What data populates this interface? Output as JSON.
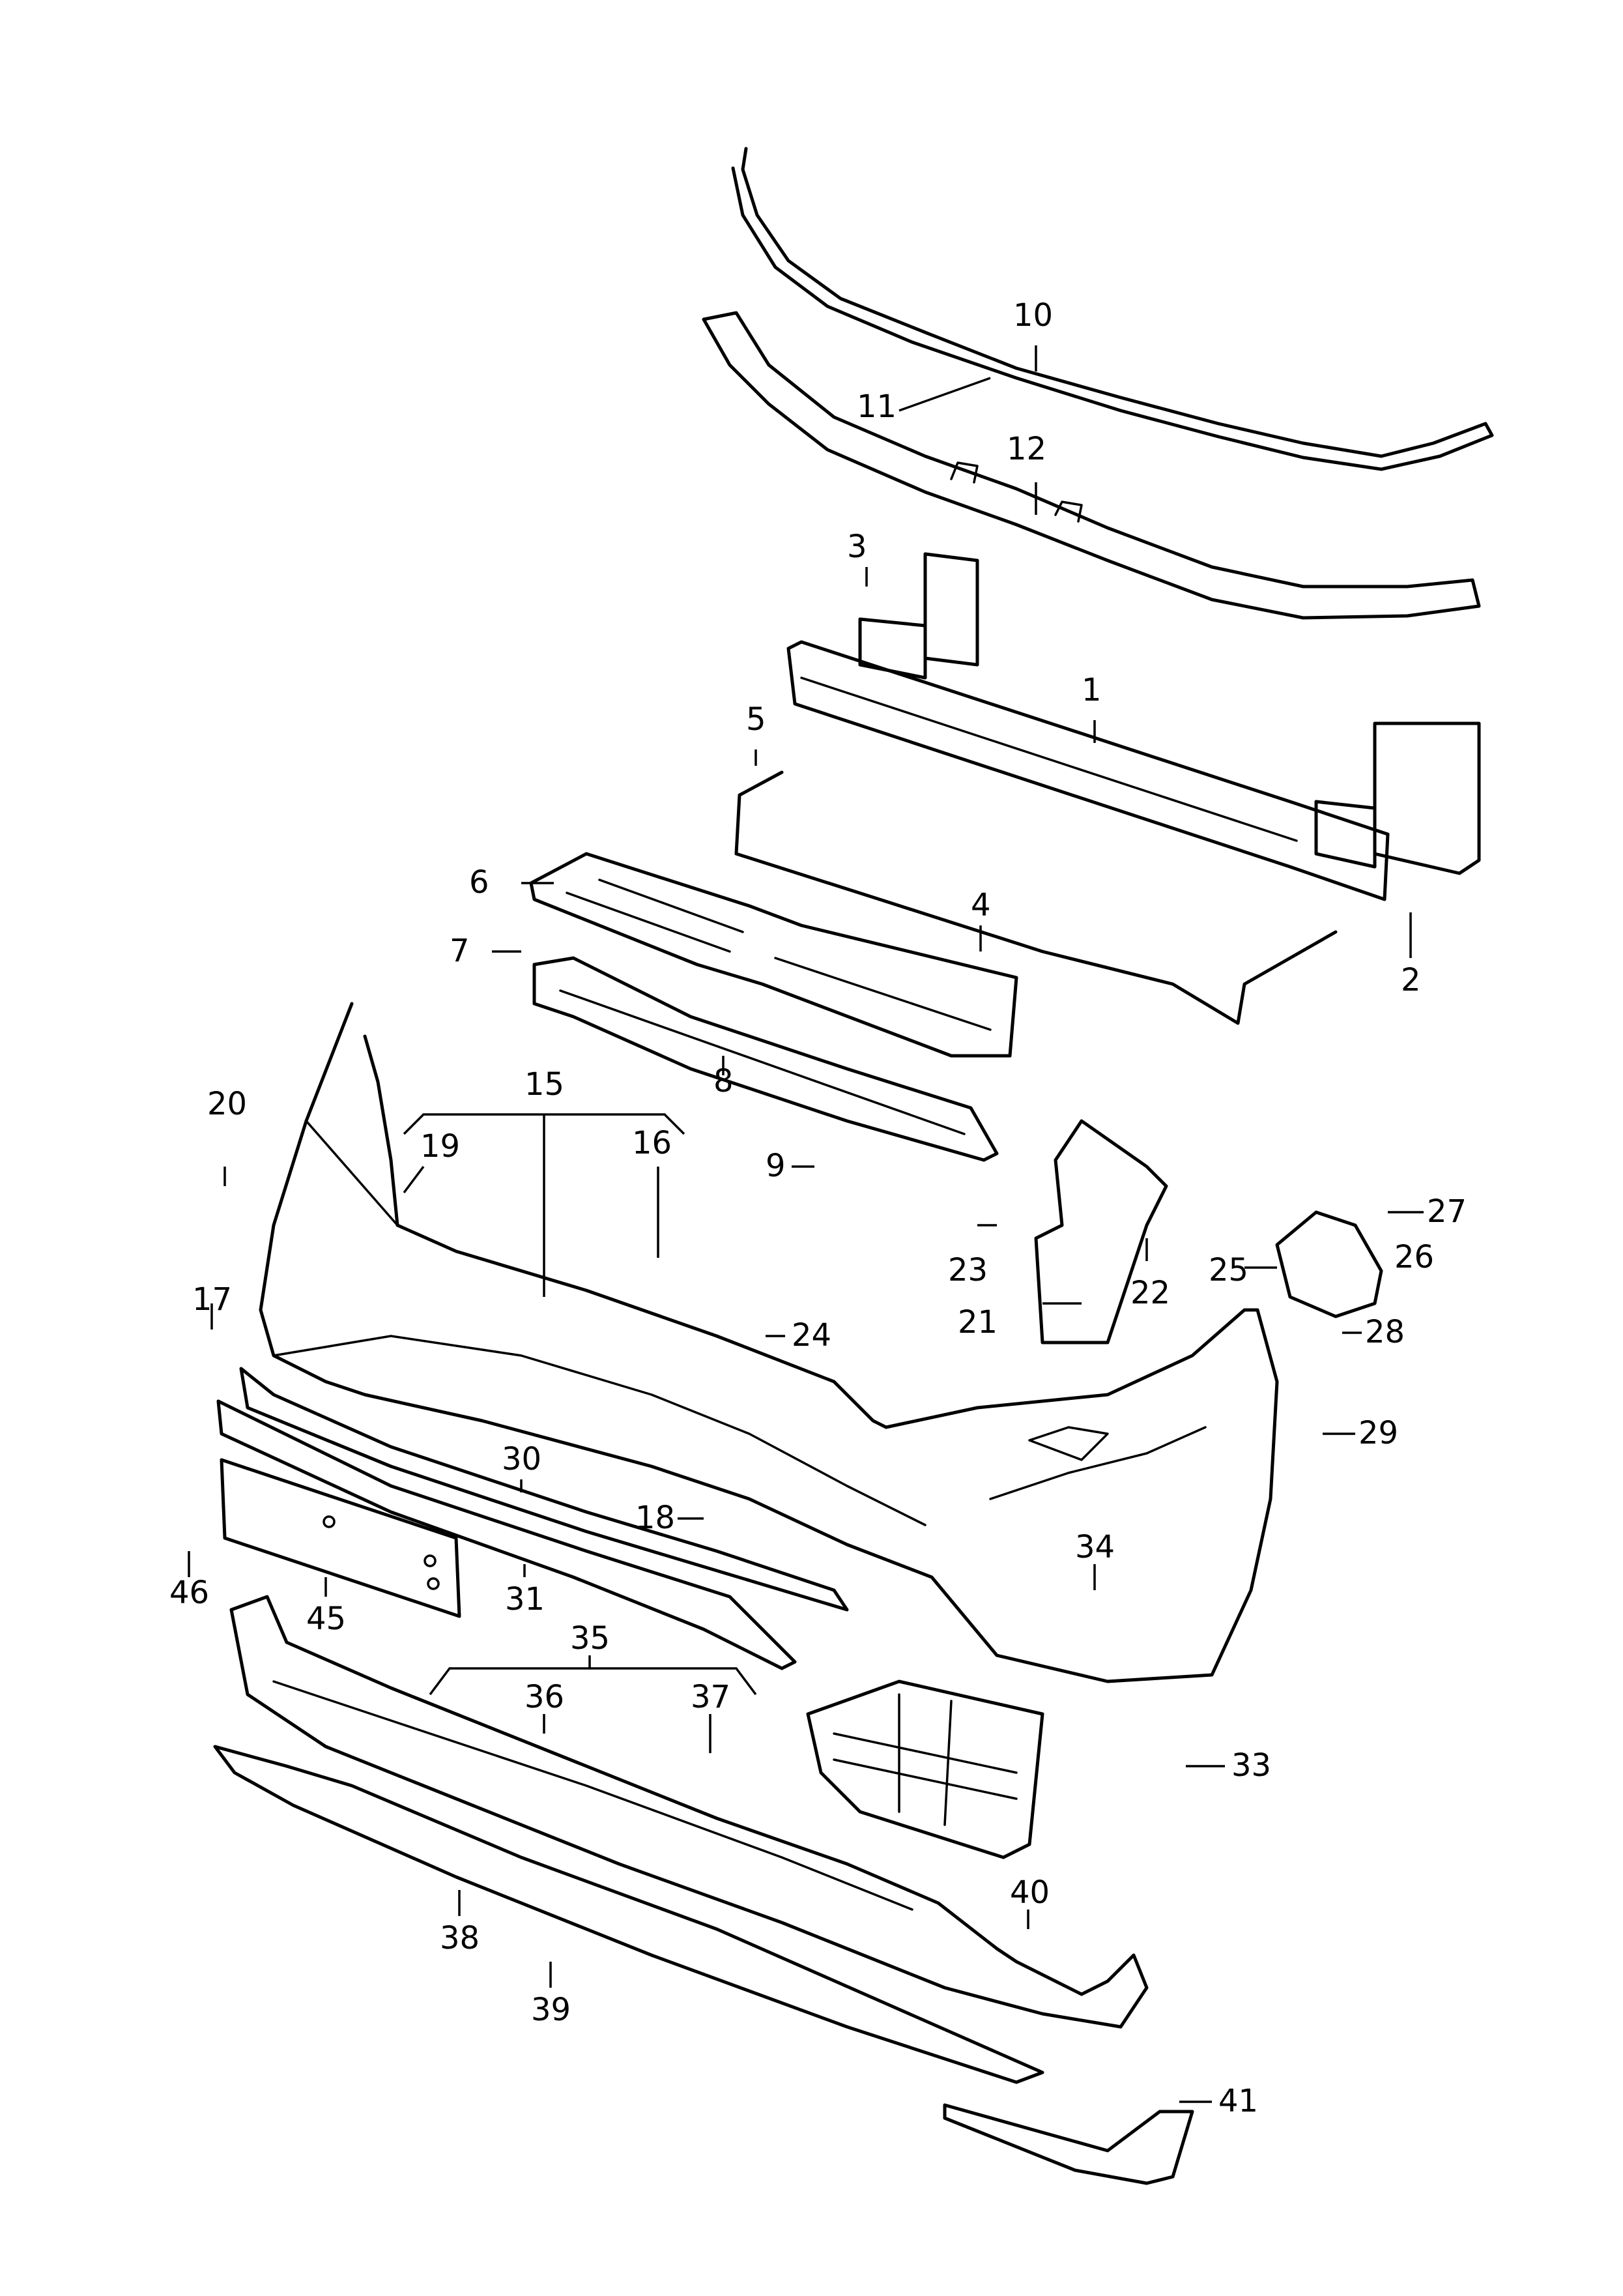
{
  "callouts": [
    {
      "id": "c1",
      "label": "1"
    },
    {
      "id": "c2",
      "label": "2"
    },
    {
      "id": "c3",
      "label": "3"
    },
    {
      "id": "c4",
      "label": "4"
    },
    {
      "id": "c5",
      "label": "5"
    },
    {
      "id": "c6",
      "label": "6"
    },
    {
      "id": "c7",
      "label": "7"
    },
    {
      "id": "c8",
      "label": "8"
    },
    {
      "id": "c9",
      "label": "9"
    },
    {
      "id": "c10",
      "label": "10"
    },
    {
      "id": "c11",
      "label": "11"
    },
    {
      "id": "c12",
      "label": "12"
    },
    {
      "id": "c15",
      "label": "15"
    },
    {
      "id": "c16",
      "label": "16"
    },
    {
      "id": "c17",
      "label": "17"
    },
    {
      "id": "c18",
      "label": "18"
    },
    {
      "id": "c19",
      "label": "19"
    },
    {
      "id": "c20",
      "label": "20"
    },
    {
      "id": "c21",
      "label": "21"
    },
    {
      "id": "c22",
      "label": "22"
    },
    {
      "id": "c23",
      "label": "23"
    },
    {
      "id": "c24",
      "label": "24"
    },
    {
      "id": "c25",
      "label": "25"
    },
    {
      "id": "c26",
      "label": "26"
    },
    {
      "id": "c27",
      "label": "27"
    },
    {
      "id": "c28",
      "label": "28"
    },
    {
      "id": "c29",
      "label": "29"
    },
    {
      "id": "c30",
      "label": "30"
    },
    {
      "id": "c31",
      "label": "31"
    },
    {
      "id": "c33",
      "label": "33"
    },
    {
      "id": "c34",
      "label": "34"
    },
    {
      "id": "c35",
      "label": "35"
    },
    {
      "id": "c36",
      "label": "36"
    },
    {
      "id": "c37",
      "label": "37"
    },
    {
      "id": "c38",
      "label": "38"
    },
    {
      "id": "c39",
      "label": "39"
    },
    {
      "id": "c40",
      "label": "40"
    },
    {
      "id": "c41",
      "label": "41"
    },
    {
      "id": "c45",
      "label": "45"
    },
    {
      "id": "c46",
      "label": "46"
    }
  ]
}
